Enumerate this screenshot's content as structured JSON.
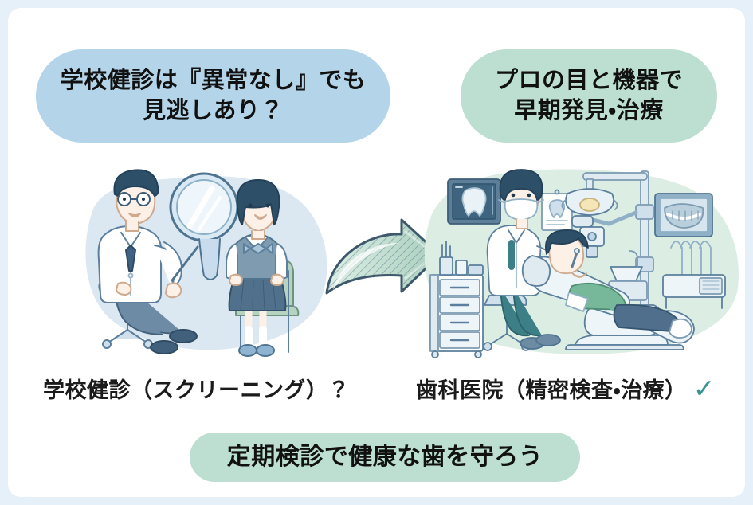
{
  "page": {
    "background_color": "#e6f0f8",
    "card_color": "#ffffff"
  },
  "banners": {
    "left": {
      "text": "学校健診は『異常なし』でも\n見逃しあり？",
      "color": "#b4d5e9"
    },
    "right": {
      "text": "プロの目と機器で\n早期発見・治療",
      "color": "#bcdfd1"
    },
    "bottom": {
      "text": "定期検診で健康な歯を守ろう",
      "color": "#bcdfd1"
    }
  },
  "captions": {
    "left": "学校健診（スクリーニング）？",
    "right": "歯科医院（精密検査・治療）",
    "check_mark": "✓",
    "check_color": "#369494"
  },
  "illustrations": {
    "left": {
      "name": "school-dental-checkup",
      "blob_color": "#dbe8f2",
      "figures": [
        "school-doctor-with-dental-mirror",
        "schoolgirl-in-uniform-on-chair"
      ]
    },
    "right": {
      "name": "dental-clinic-treatment",
      "blob_color": "#dcede3",
      "figures": [
        "dentist-with-mask",
        "patient-in-dental-chair"
      ],
      "equipment": [
        "tooth-xray-panel",
        "panoramic-xray-monitor",
        "dental-light",
        "microscope-arm",
        "instrument-cabinet",
        "sink",
        "tool-tray",
        "wall-chart"
      ]
    }
  },
  "arrow": {
    "name": "curved-right-arrow",
    "fill": "#bcd9cd",
    "stroke": "#3e586b"
  }
}
